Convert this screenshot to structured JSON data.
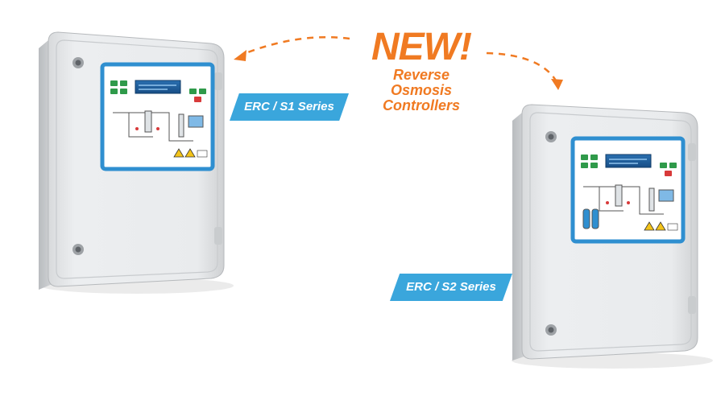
{
  "headline": {
    "new": "NEW!",
    "line1": "Reverse",
    "line2": "Osmosis",
    "line3": "Controllers"
  },
  "products": [
    {
      "series_label": "ERC / S1 Series",
      "panel_title": "ERC-S1/S1"
    },
    {
      "series_label": "ERC / S2 Series",
      "panel_title": "ERC-S2/S2"
    }
  ],
  "colors": {
    "accent_orange": "#f07a22",
    "label_blue": "#3aa6dc",
    "panel_blue": "#2f8fd0",
    "enclosure": "#e6e8ea"
  }
}
